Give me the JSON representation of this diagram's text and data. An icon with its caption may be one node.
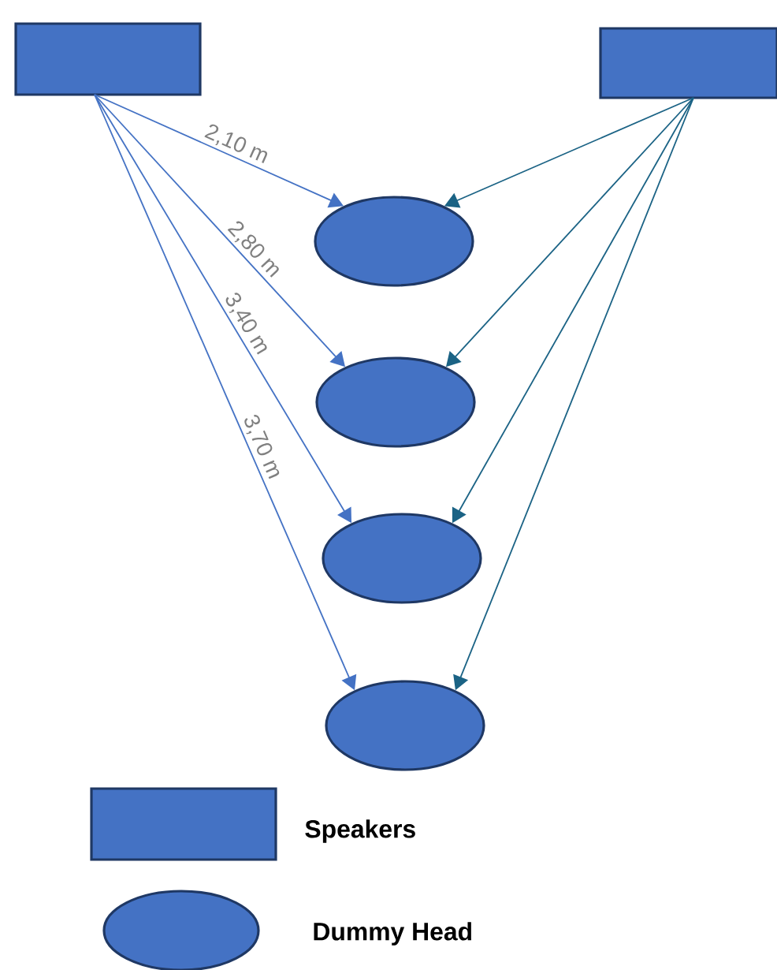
{
  "diagram": {
    "nodes": [
      {
        "text": [],
        "shape": "box"
      },
      {
        "text": [],
        "shape": "box"
      },
      {
        "text": [],
        "shape": "ellipse"
      },
      {
        "text": [],
        "shape": "ellipse"
      },
      {
        "text": [],
        "shape": "ellipse"
      },
      {
        "text": [],
        "shape": "ellipse"
      }
    ],
    "edges": [
      {
        "from": 0,
        "to": 2,
        "arrow": "to",
        "label": "2,10 m"
      },
      {
        "from": 0,
        "to": 3,
        "arrow": "to",
        "label": "2,80 m"
      },
      {
        "from": 0,
        "to": 4,
        "arrow": "to",
        "label": "3,40 m"
      },
      {
        "from": 0,
        "to": 5,
        "arrow": "to",
        "label": "3,70 m"
      },
      {
        "from": 1,
        "to": 2,
        "arrow": "to",
        "color": "#1b6385"
      },
      {
        "from": 1,
        "to": 3,
        "arrow": "to",
        "color": "#1b6385"
      },
      {
        "from": 1,
        "to": 4,
        "arrow": "to",
        "color": "#1b6385"
      },
      {
        "from": 1,
        "to": 5,
        "arrow": "to",
        "color": "#1b6385"
      }
    ],
    "legend": [
      {
        "text": "Speakers"
      },
      {
        "text": "Dummy Head"
      }
    ]
  }
}
